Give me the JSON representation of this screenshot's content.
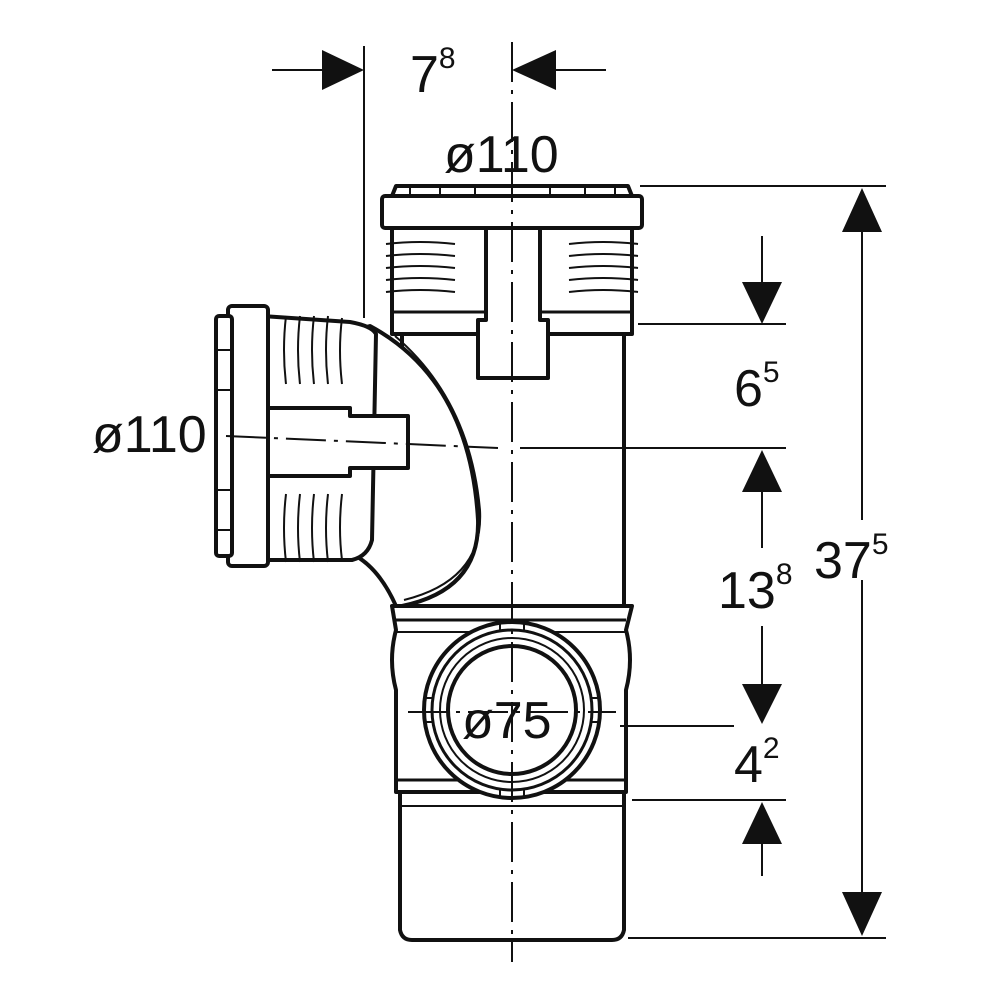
{
  "diagram": {
    "dimensions": {
      "offset_top": {
        "main": "7",
        "sup": "8"
      },
      "top_diameter": {
        "text": "ø110"
      },
      "side_diameter": {
        "text": "ø110"
      },
      "upper_segment": {
        "main": "6",
        "sup": "5"
      },
      "middle_segment": {
        "main": "13",
        "sup": "8"
      },
      "total_height": {
        "main": "37",
        "sup": "5"
      },
      "cleanout_diameter": {
        "text": "ø75"
      },
      "lower_segment": {
        "main": "4",
        "sup": "2"
      }
    }
  }
}
